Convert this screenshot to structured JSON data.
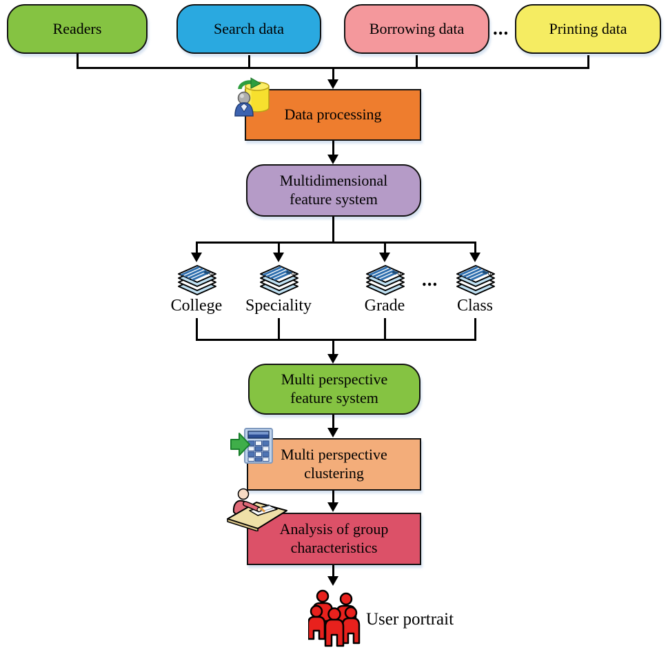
{
  "palette": {
    "line_black": "#000000",
    "readers_green": "#85C342",
    "search_blue": "#2AA9E0",
    "borrowing_pink": "#F4989C",
    "printing_yellow": "#F5EC62",
    "processing_orange": "#EE7D2E",
    "multidimensional_purple": "#B59BC7",
    "feature_green": "#85C342",
    "clustering_peach": "#F3AD7A",
    "analysis_crimson": "#DC5168",
    "portrait_red": "#E8211D"
  },
  "sources": {
    "items": [
      {
        "label": "Readers",
        "color": "#85C342"
      },
      {
        "label": "Search data",
        "color": "#2AA9E0"
      },
      {
        "label": "Borrowing data",
        "color": "#F4989C"
      },
      {
        "label": "Printing data",
        "color": "#F5EC62"
      }
    ],
    "ellipsis": "..."
  },
  "pipeline": {
    "data_processing": {
      "label": "Data processing",
      "color": "#EE7D2E"
    },
    "multidimensional_feature_system": {
      "label": "Multidimensional feature system",
      "color": "#B59BC7"
    },
    "multi_perspective_feature_system": {
      "label": "Multi perspective feature system",
      "color": "#85C342"
    },
    "multi_perspective_clustering": {
      "label": "Multi perspective clustering",
      "color": "#F3AD7A"
    },
    "analysis_of_group_characteristics": {
      "label": "Analysis of group characteristics",
      "color": "#DC5168"
    }
  },
  "dimensions": {
    "items": [
      {
        "label": "College"
      },
      {
        "label": "Speciality"
      },
      {
        "label": "Grade"
      },
      {
        "label": "Class"
      }
    ],
    "ellipsis": "..."
  },
  "output": {
    "user_portrait": "User portrait"
  },
  "icons": {
    "database_user": "database-user-icon",
    "card_stack": "card-stack-icon",
    "calculator_arrow": "calculator-arrow-icon",
    "person_writing": "person-writing-icon",
    "people_group": "people-group-icon"
  }
}
